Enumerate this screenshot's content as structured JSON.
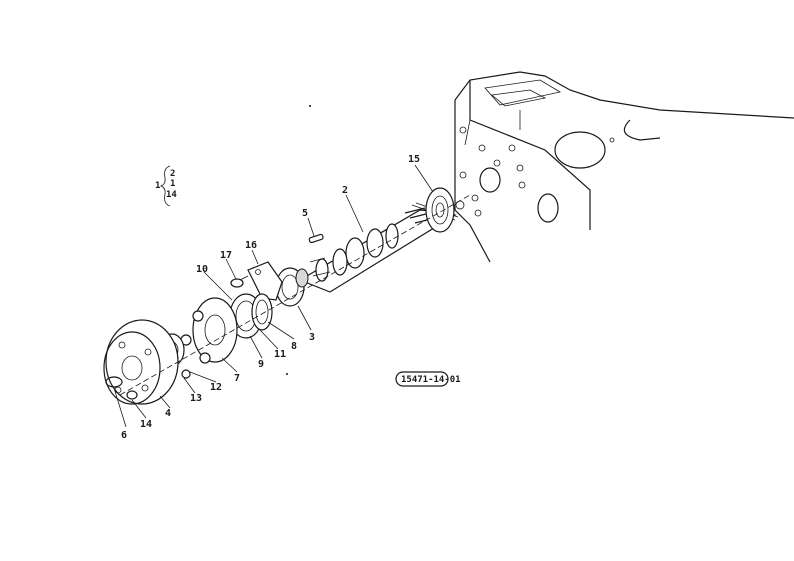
{
  "labels": {
    "p2": "2",
    "p3": "3",
    "p4": "4",
    "p5": "5",
    "p6": "6",
    "p7": "7",
    "p8": "8",
    "p9": "9",
    "p10": "10",
    "p11": "11",
    "p12": "12",
    "p13": "13",
    "p14": "14",
    "p15": "15",
    "p16": "16",
    "p17": "17"
  },
  "kit_group": {
    "lead": "1",
    "items": [
      "2",
      "1",
      "14"
    ]
  },
  "drawing_number": "15471-14-01"
}
